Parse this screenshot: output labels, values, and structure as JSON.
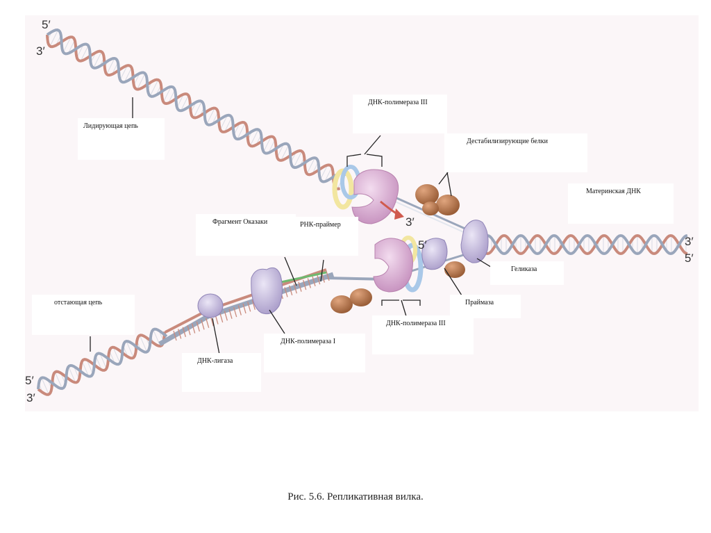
{
  "labels": {
    "leading_strand": "Лидирующая цепь",
    "dna_pol_iii_top": "ДНК-полимераза III",
    "destabilizing_proteins": "Дестабилизирующие белки",
    "parental_dna": "Материнская ДНК",
    "okazaki_fragment": "Фрагмент Оказаки",
    "rna_primer": "РНК-праймер",
    "helicase": "Геликаза",
    "lagging_strand": "отстающая цепь",
    "primase": "Праймаза",
    "dna_pol_iii_bottom": "ДНК-полимераза III",
    "dna_pol_i": "ДНК-полимераза I",
    "dna_ligase": "ДНК-лигаза"
  },
  "ends": {
    "top_left_5": "5′",
    "top_left_3": "3′",
    "right_3": "3′",
    "right_5": "5′",
    "bottom_left_5": "5′",
    "bottom_left_3": "3′",
    "center_3": "3′",
    "center_5": "5′"
  },
  "caption": "Рис. 5.6. Репликативная  вилка.",
  "colors": {
    "strand_red": "#c98a7c",
    "strand_blue": "#9aa6bb",
    "enzyme_pink": "#d9a9cf",
    "enzyme_lavender": "#c8bde0",
    "ssb_brown": "#b7774e",
    "clamp_blue": "#a9c8e8",
    "clamp_yellow": "#f2e6a0"
  }
}
